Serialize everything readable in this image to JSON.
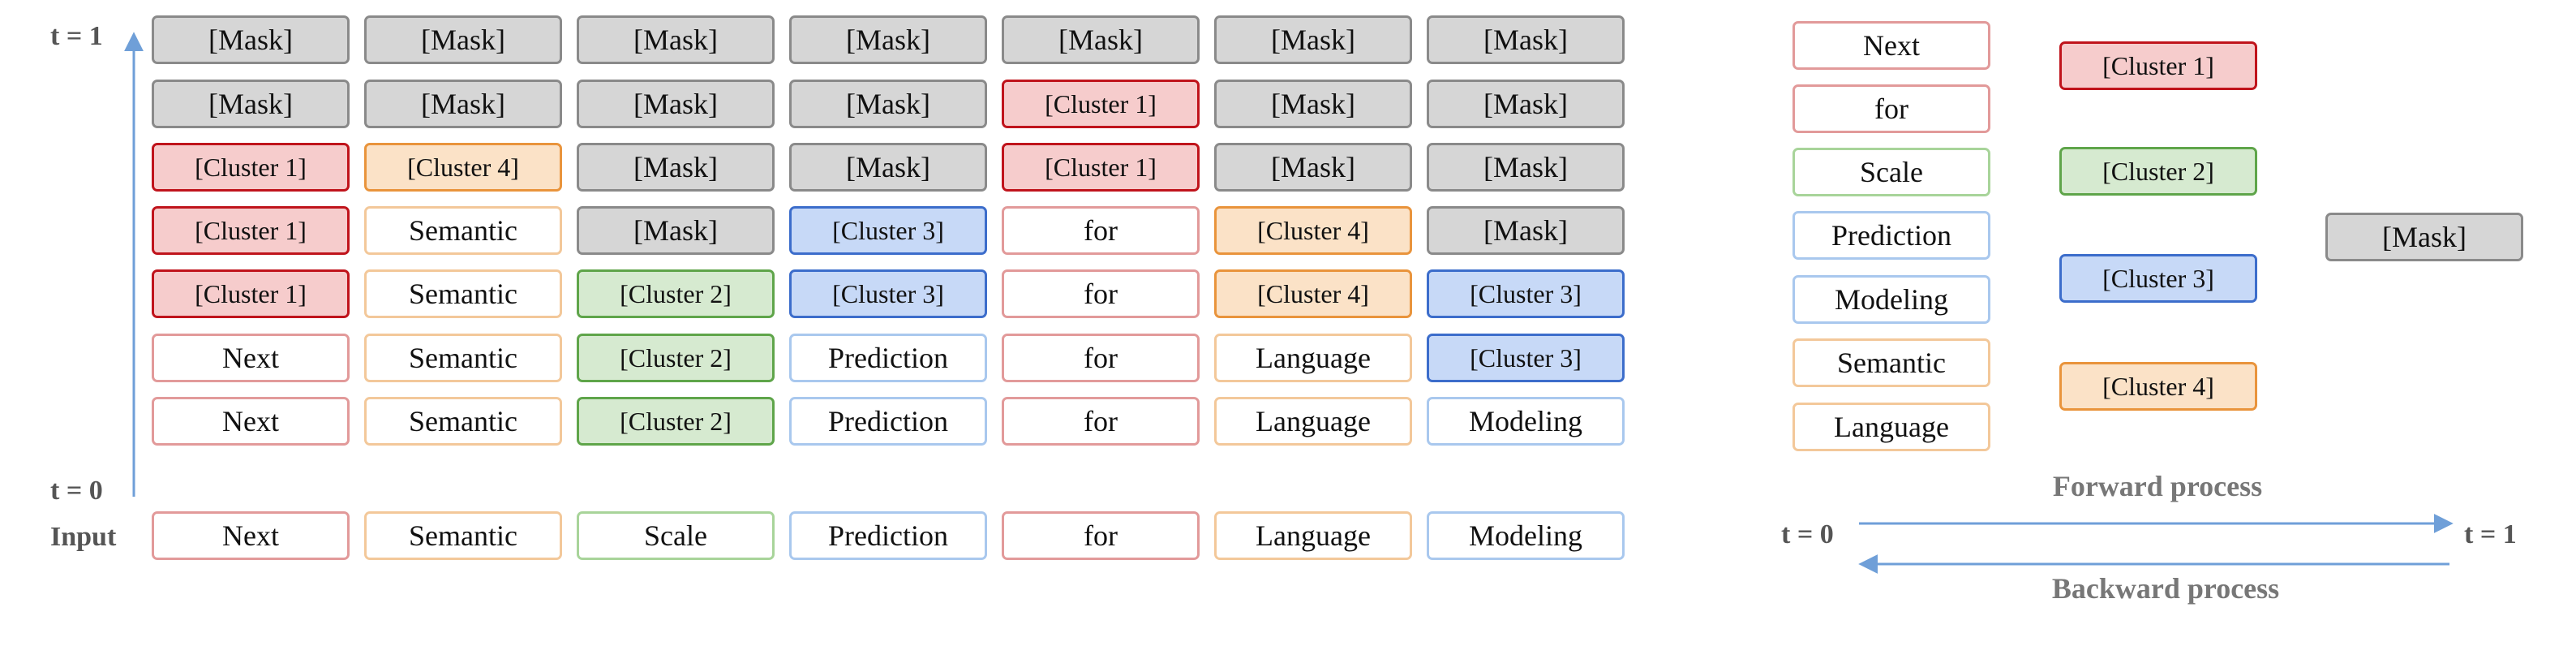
{
  "styles": {
    "mask": {
      "fill": "#d6d6d6",
      "stroke": "#8a8a8a"
    },
    "c1": {
      "fill": "#f6cccc",
      "stroke": "#c0141c"
    },
    "c2": {
      "fill": "#d6ead0",
      "stroke": "#5fa54a"
    },
    "c3": {
      "fill": "#c7d9f7",
      "stroke": "#3c6dcb"
    },
    "c4": {
      "fill": "#fbe2c7",
      "stroke": "#e9943c"
    },
    "red": {
      "fill": "#ffffff",
      "stroke": "#e29a9a"
    },
    "orange": {
      "fill": "#ffffff",
      "stroke": "#f3c89a"
    },
    "green": {
      "fill": "#ffffff",
      "stroke": "#a8d49a"
    },
    "blue": {
      "fill": "#ffffff",
      "stroke": "#a9c8ee"
    }
  },
  "grid": {
    "t1_label": "t = 1",
    "t0_label": "t = 0",
    "input_label": "Input",
    "rows": [
      [
        [
          "[Mask]",
          "mask"
        ],
        [
          "[Mask]",
          "mask"
        ],
        [
          "[Mask]",
          "mask"
        ],
        [
          "[Mask]",
          "mask"
        ],
        [
          "[Mask]",
          "mask"
        ],
        [
          "[Mask]",
          "mask"
        ],
        [
          "[Mask]",
          "mask"
        ]
      ],
      [
        [
          "[Mask]",
          "mask"
        ],
        [
          "[Mask]",
          "mask"
        ],
        [
          "[Mask]",
          "mask"
        ],
        [
          "[Mask]",
          "mask"
        ],
        [
          "[Cluster 1]",
          "c1"
        ],
        [
          "[Mask]",
          "mask"
        ],
        [
          "[Mask]",
          "mask"
        ]
      ],
      [
        [
          "[Cluster 1]",
          "c1"
        ],
        [
          "[Cluster 4]",
          "c4"
        ],
        [
          "[Mask]",
          "mask"
        ],
        [
          "[Mask]",
          "mask"
        ],
        [
          "[Cluster 1]",
          "c1"
        ],
        [
          "[Mask]",
          "mask"
        ],
        [
          "[Mask]",
          "mask"
        ]
      ],
      [
        [
          "[Cluster 1]",
          "c1"
        ],
        [
          "Semantic",
          "orange"
        ],
        [
          "[Mask]",
          "mask"
        ],
        [
          "[Cluster 3]",
          "c3"
        ],
        [
          "for",
          "red"
        ],
        [
          "[Cluster 4]",
          "c4"
        ],
        [
          "[Mask]",
          "mask"
        ]
      ],
      [
        [
          "[Cluster 1]",
          "c1"
        ],
        [
          "Semantic",
          "orange"
        ],
        [
          "[Cluster 2]",
          "c2"
        ],
        [
          "[Cluster 3]",
          "c3"
        ],
        [
          "for",
          "red"
        ],
        [
          "[Cluster 4]",
          "c4"
        ],
        [
          "[Cluster 3]",
          "c3"
        ]
      ],
      [
        [
          "Next",
          "red"
        ],
        [
          "Semantic",
          "orange"
        ],
        [
          "[Cluster 2]",
          "c2"
        ],
        [
          "Prediction",
          "blue"
        ],
        [
          "for",
          "red"
        ],
        [
          "Language",
          "orange"
        ],
        [
          "[Cluster 3]",
          "c3"
        ]
      ],
      [
        [
          "Next",
          "red"
        ],
        [
          "Semantic",
          "orange"
        ],
        [
          "[Cluster 2]",
          "c2"
        ],
        [
          "Prediction",
          "blue"
        ],
        [
          "for",
          "red"
        ],
        [
          "Language",
          "orange"
        ],
        [
          "Modeling",
          "blue"
        ]
      ]
    ],
    "input_row": [
      [
        "Next",
        "red"
      ],
      [
        "Semantic",
        "orange"
      ],
      [
        "Scale",
        "green"
      ],
      [
        "Prediction",
        "blue"
      ],
      [
        "for",
        "red"
      ],
      [
        "Language",
        "orange"
      ],
      [
        "Modeling",
        "blue"
      ]
    ]
  },
  "legend": {
    "words": [
      [
        "Next",
        "red"
      ],
      [
        "for",
        "red"
      ],
      [
        "Scale",
        "green"
      ],
      [
        "Prediction",
        "blue"
      ],
      [
        "Modeling",
        "blue"
      ],
      [
        "Semantic",
        "orange"
      ],
      [
        "Language",
        "orange"
      ]
    ],
    "clusters": [
      [
        "[Cluster 1]",
        "c1"
      ],
      [
        "[Cluster 2]",
        "c2"
      ],
      [
        "[Cluster 3]",
        "c3"
      ],
      [
        "[Cluster 4]",
        "c4"
      ]
    ],
    "mask": [
      "[Mask]",
      "mask"
    ]
  },
  "process": {
    "forward_label": "Forward process",
    "backward_label": "Backward process",
    "start_label": "t = 0",
    "end_label": "t = 1",
    "arrow_color": "#6f9fd8"
  }
}
